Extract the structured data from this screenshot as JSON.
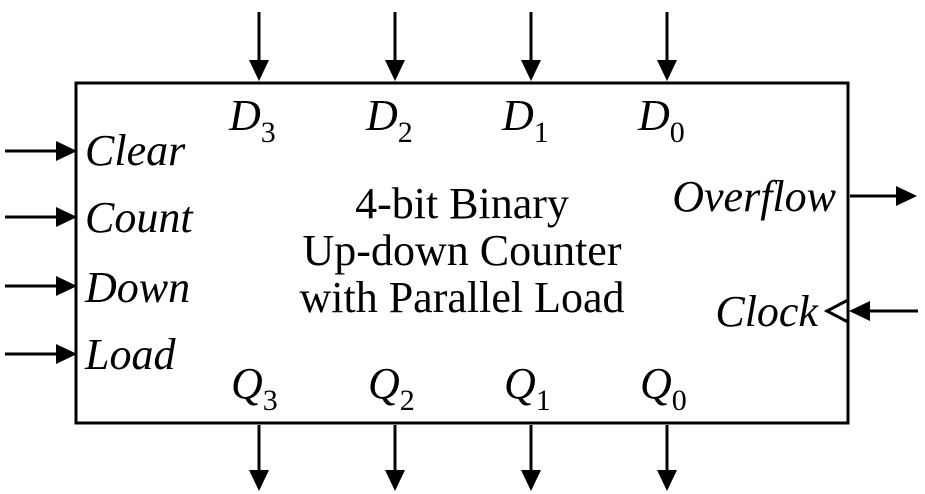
{
  "block": {
    "title_lines": [
      "4-bit Binary",
      "Up-down Counter",
      "with Parallel Load"
    ]
  },
  "inputs_left": [
    {
      "label": "Clear"
    },
    {
      "label": "Count"
    },
    {
      "label": "Down"
    },
    {
      "label": "Load"
    }
  ],
  "inputs_top": [
    {
      "letter": "D",
      "sub": "3"
    },
    {
      "letter": "D",
      "sub": "2"
    },
    {
      "letter": "D",
      "sub": "1"
    },
    {
      "letter": "D",
      "sub": "0"
    }
  ],
  "outputs_bottom": [
    {
      "letter": "Q",
      "sub": "3"
    },
    {
      "letter": "Q",
      "sub": "2"
    },
    {
      "letter": "Q",
      "sub": "1"
    },
    {
      "letter": "Q",
      "sub": "0"
    }
  ],
  "right_ports": {
    "overflow_label": "Overflow",
    "clock_label": "Clock"
  }
}
